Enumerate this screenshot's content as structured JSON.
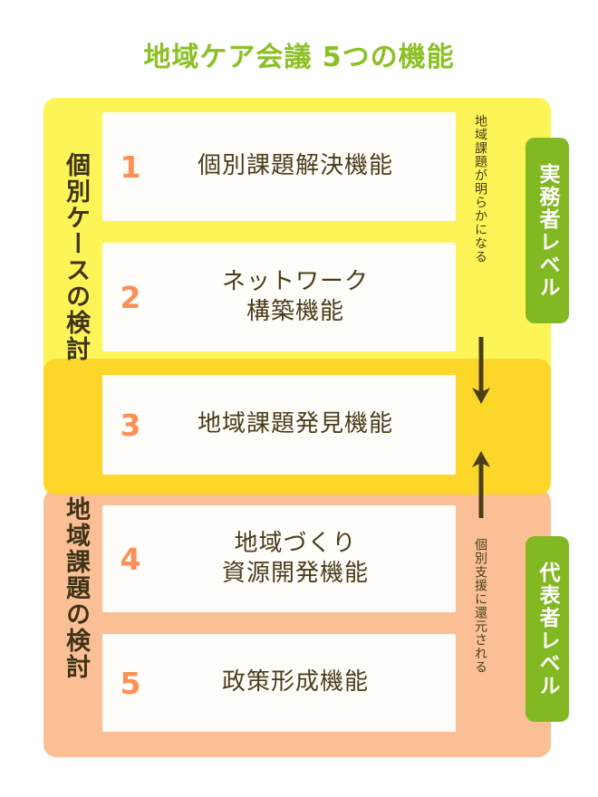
{
  "title": "地域ケア会議 5つの機能",
  "colors": {
    "title_green": "#8cc025",
    "panel_yellow": "#fdf557",
    "panel_mid_yellow": "#fcd729",
    "panel_peach": "#fbbf96",
    "badge_green": "#82b821",
    "number_orange": "#fb9056",
    "text_brown": "#4a3d1c"
  },
  "sections": {
    "upper_label": "個別ケースの検討",
    "lower_label": "地域課題の検討"
  },
  "functions": [
    {
      "number": "1",
      "label": "個別課題解決機能"
    },
    {
      "number": "2",
      "label": "ネットワーク\n構築機能"
    },
    {
      "number": "3",
      "label": "地域課題発見機能"
    },
    {
      "number": "4",
      "label": "地域づくり\n資源開発機能"
    },
    {
      "number": "5",
      "label": "政策形成機能"
    }
  ],
  "annotations": {
    "top": "地域課題が明らかになる",
    "bottom": "個別支援に還元される"
  },
  "badges": {
    "top": "実務者レベル",
    "bottom": "代表者レベル"
  }
}
